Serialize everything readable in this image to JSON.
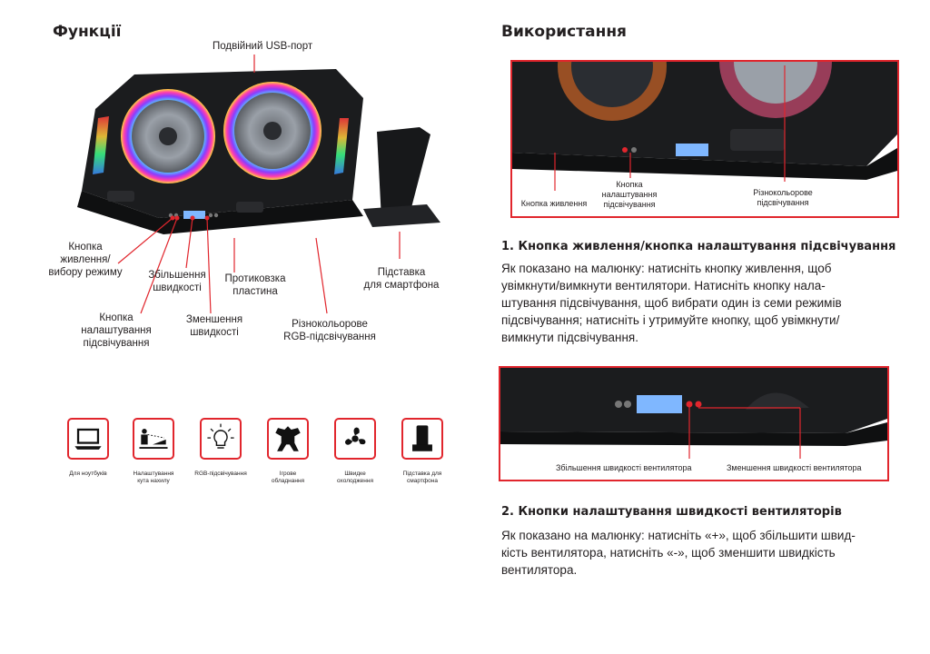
{
  "left": {
    "title": "Функції",
    "callouts": {
      "usb": "Подвійний USB-порт",
      "power_mode": [
        "Кнопка",
        "живлення/",
        "вибору режиму"
      ],
      "light_button": [
        "Кнопка",
        "налаштування",
        "підсвічування"
      ],
      "speed_up": [
        "Збільшення",
        "швидкості"
      ],
      "speed_down": [
        "Зменшення",
        "швидкості"
      ],
      "anti_slip": [
        "Протиковзка",
        "пластина"
      ],
      "phone_stand": [
        "Підставка",
        "для смартфона"
      ],
      "rgb": [
        "Різнокольорове",
        "RGB-підсвічування"
      ]
    },
    "features": [
      {
        "icon": "laptop-icon",
        "label": [
          "Для ноутбуків"
        ]
      },
      {
        "icon": "tilt-angle-icon",
        "label": [
          "Налаштування",
          "кута нахилу"
        ]
      },
      {
        "icon": "light-bulb-icon",
        "label": [
          "RGB-підсвічування"
        ]
      },
      {
        "icon": "gamer-icon",
        "label": [
          "Ігрове",
          "обладнання"
        ]
      },
      {
        "icon": "fan-icon",
        "label": [
          "Швидке",
          "охолодження"
        ]
      },
      {
        "icon": "phone-stand-icon",
        "label": [
          "Підставка для",
          "смартфона"
        ]
      }
    ]
  },
  "right": {
    "title": "Використання",
    "photo1": {
      "callouts": {
        "power": "Кнопка живлення",
        "light": [
          "Кнопка",
          "налаштування",
          "підсвічування"
        ],
        "rgb": [
          "Різнокольорове",
          "підсвічування"
        ]
      }
    },
    "section1": {
      "title": "1. Кнопка живлення/кнопка налаштування підсвічування",
      "lines": [
        "Як показано на малюнку: натисніть кнопку живлення, щоб",
        "увімкнути/вимкнути вентилятори. Натисніть кнопку нала-",
        "штування підсвічування, щоб вибрати один із семи режимів",
        "підсвічування; натисніть і утримуйте кнопку, щоб увімкнути/",
        "вимкнути підсвічування."
      ]
    },
    "photo2": {
      "callouts": {
        "up": "Збільшення швидкості вентилятора",
        "down": "Зменшення швидкості вентилятора"
      }
    },
    "section2": {
      "title": "2. Кнопки налаштування швидкості вентиляторів",
      "lines": [
        "Як показано на малюнку: натисніть «+», щоб збільшити швид-",
        "кість вентилятора, натисніть «-», щоб зменшити швидкість",
        "вентилятора."
      ]
    }
  },
  "colors": {
    "accent": "#e1262d",
    "text": "#231f20",
    "device": "#1b1c1e"
  }
}
